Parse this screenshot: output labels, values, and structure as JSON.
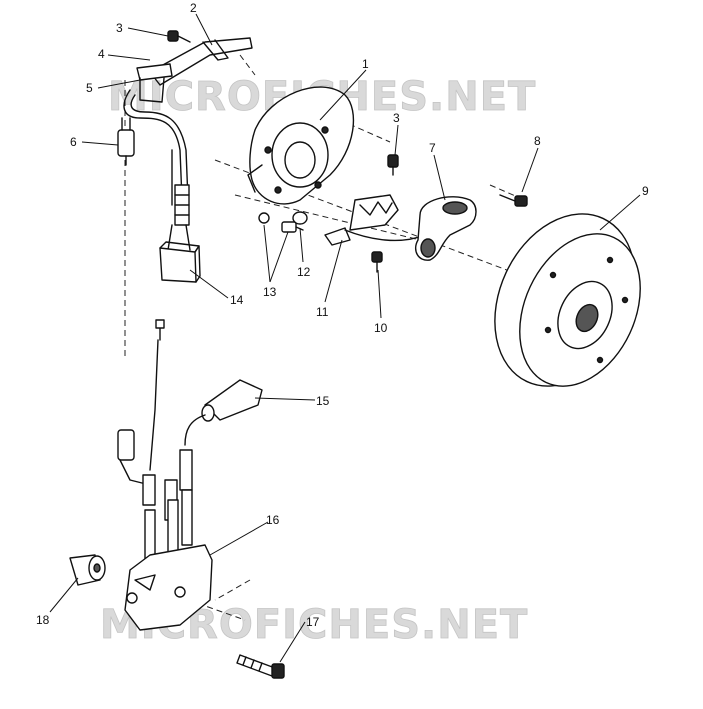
{
  "watermark": {
    "top": "MICROFICHES.NET",
    "bottom": "MICROFICHES.NET"
  },
  "callouts": [
    {
      "id": "c1",
      "label": "1"
    },
    {
      "id": "c2",
      "label": "2"
    },
    {
      "id": "c3a",
      "label": "3"
    },
    {
      "id": "c3b",
      "label": "3"
    },
    {
      "id": "c4",
      "label": "4"
    },
    {
      "id": "c5",
      "label": "5"
    },
    {
      "id": "c6",
      "label": "6"
    },
    {
      "id": "c7",
      "label": "7"
    },
    {
      "id": "c8",
      "label": "8"
    },
    {
      "id": "c9",
      "label": "9"
    },
    {
      "id": "c10",
      "label": "10"
    },
    {
      "id": "c11",
      "label": "11"
    },
    {
      "id": "c12",
      "label": "12"
    },
    {
      "id": "c13",
      "label": "13"
    },
    {
      "id": "c14",
      "label": "14"
    },
    {
      "id": "c15",
      "label": "15"
    },
    {
      "id": "c16",
      "label": "16"
    },
    {
      "id": "c17",
      "label": "17"
    },
    {
      "id": "c18",
      "label": "18"
    }
  ]
}
